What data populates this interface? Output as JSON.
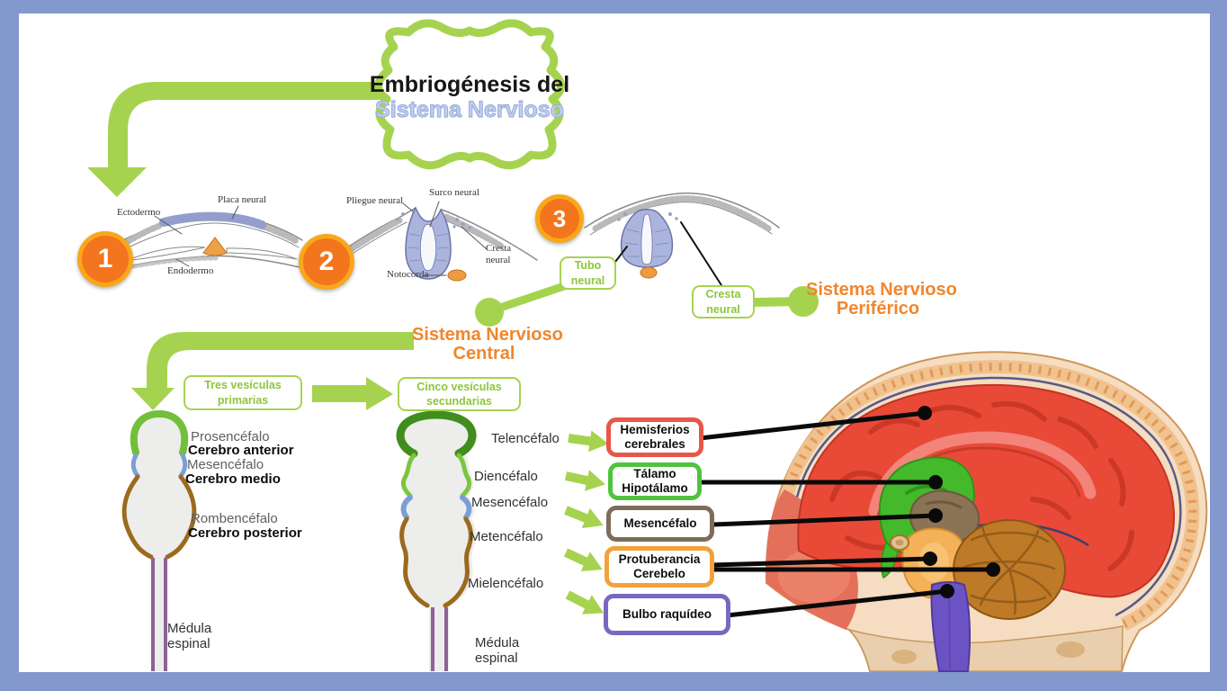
{
  "colors": {
    "page_border": "#8398cd",
    "accent_green": "#a6d34f",
    "green_box_text": "#8cc63c",
    "orange_text": "#f1862b",
    "badge_orange": "#f3751d",
    "badge_ring": "#f9a71a"
  },
  "title": {
    "line1": "Embriogénesis del",
    "line2": "Sistema Nervioso"
  },
  "badges": {
    "one": "1",
    "two": "2",
    "three": "3"
  },
  "stage1": {
    "placa_neural": "Placa neural",
    "ectodermo": "Ectodermo",
    "endodermo": "Endodermo"
  },
  "stage2": {
    "surco_neural": "Surco neural",
    "pliegue_neural": "Pliegue neural",
    "cresta_line1": "Cresta",
    "cresta_line2": "neural",
    "notocorda": "Notocorda"
  },
  "stage3": {
    "tubo_line1": "Tubo",
    "tubo_line2": "neural",
    "cresta_line1": "Cresta",
    "cresta_line2": "neural"
  },
  "snc": {
    "line1": "Sistema Nervioso",
    "line2": "Central"
  },
  "snp": {
    "line1": "Sistema Nervioso",
    "line2": "Periférico"
  },
  "vesicles": {
    "three_line1": "Tres vesículas",
    "three_line2": "primarias",
    "five_line1": "Cinco vesículas",
    "five_line2": "secundarias"
  },
  "primary_labels": {
    "prosencefalo": "Prosencéfalo",
    "cerebro_anterior": "Cerebro anterior",
    "mesencefalo": "Mesencéfalo",
    "cerebro_medio": "Cerebro medio",
    "rombencefalo": "Rombencéfalo",
    "cerebro_posterior": "Cerebro posterior",
    "medula_line1": "Médula",
    "medula_line2": "espinal"
  },
  "secondary_labels": {
    "telencefalo": "Telencéfalo",
    "diencefalo": "Diencéfalo",
    "mesencefalo": "Mesencéfalo",
    "metencefalo": "Metencéfalo",
    "mielencefalo": "Mielencéfalo",
    "medula_line1": "Médula",
    "medula_line2": "espinal"
  },
  "brain_boxes": [
    {
      "line1": "Hemisferios",
      "line2": "cerebrales",
      "color": "#e8564a"
    },
    {
      "line1": "Tálamo",
      "line2": "Hipotálamo",
      "color": "#4fc33d"
    },
    {
      "line1": "Mesencéfalo",
      "color": "#7d6c59"
    },
    {
      "line1": "Protuberancia",
      "line2": "Cerebelo",
      "color": "#f3a13c"
    },
    {
      "line1": "Bulbo raquídeo",
      "color": "#7a67c0"
    }
  ]
}
